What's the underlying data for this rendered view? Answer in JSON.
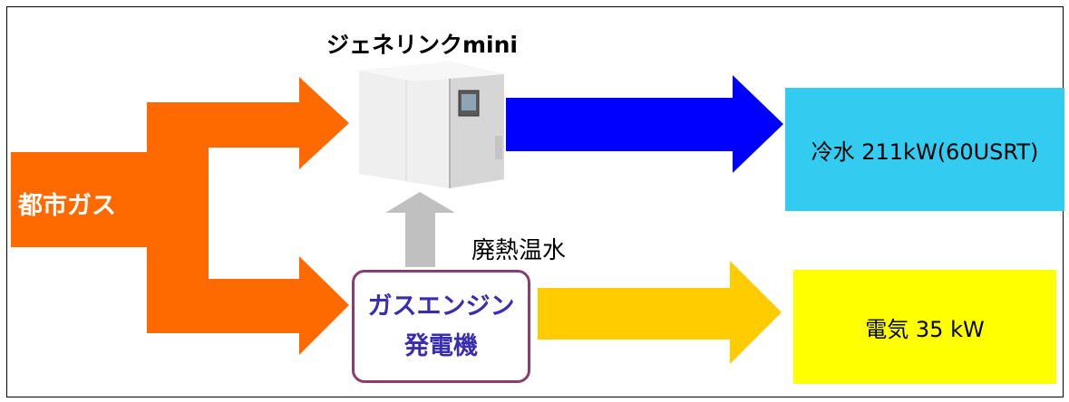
{
  "unit": {
    "title": "ジェネリンクmini"
  },
  "source": {
    "label": "都市ガス"
  },
  "heat": {
    "label": "廃熱温水"
  },
  "engine": {
    "line1": "ガスエンジン",
    "line2": "発電機"
  },
  "outputs": {
    "cold": {
      "label": "冷水 211kW(60USRT)",
      "color": "#33ccf0"
    },
    "power": {
      "label": "電気 35 kW",
      "color": "#ffff00"
    }
  },
  "colors": {
    "gas": "#ff6a00",
    "cold_arrow": "#0000ff",
    "power_arrow": "#ffcc00",
    "heat_arrow": "#c0c0c0",
    "engine_border": "#8a3d72",
    "engine_text": "#3a2eb0"
  }
}
